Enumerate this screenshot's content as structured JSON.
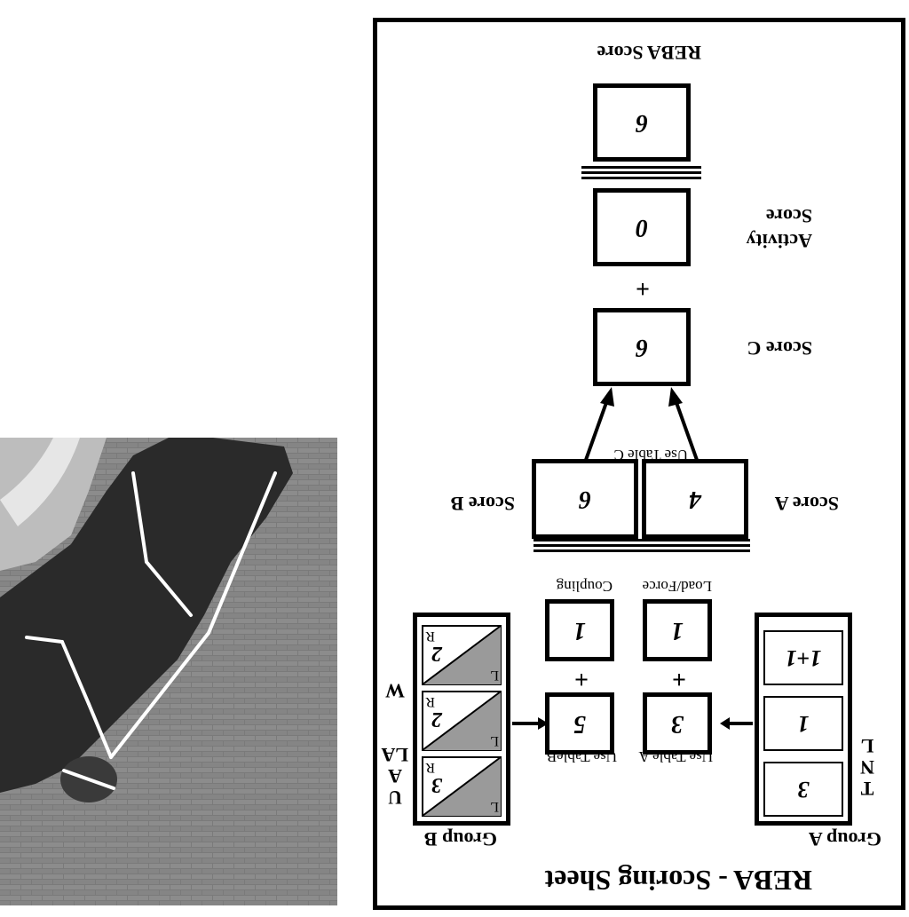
{
  "sheet": {
    "title": "REBA - Scoring Sheet",
    "group_a": {
      "label": "Group A",
      "letters": [
        "T",
        "N",
        "L"
      ],
      "values": [
        "3",
        "1",
        "1+1"
      ],
      "table_label": "Use Table A",
      "table_score": "3",
      "load_force_value": "1",
      "load_force_label": "Load/Force",
      "score_label": "Score A",
      "score_value": "4"
    },
    "group_b": {
      "label": "Group B",
      "letters": [
        "U",
        "A",
        "LA",
        "W"
      ],
      "diagonal_cells": [
        {
          "l": "L",
          "r": "R",
          "value": "3"
        },
        {
          "l": "L",
          "r": "R",
          "value": "2"
        },
        {
          "l": "L",
          "r": "R",
          "value": "2"
        }
      ],
      "table_label": "Use TableB",
      "table_score": "5",
      "coupling_value": "1",
      "coupling_label": "Coupling",
      "score_label": "Score B",
      "score_value": "6"
    },
    "table_c_label": "Use Table C",
    "score_c_label": "Score C",
    "score_c_value": "6",
    "activity_label_1": "Activity",
    "activity_label_2": "Score",
    "activity_value": "0",
    "reba_value": "6",
    "reba_label": "REBA Score",
    "plus": "+"
  },
  "colors": {
    "ink": "#000000",
    "shade": "#9a9a9a",
    "photo_bg": "#6e6e6e"
  }
}
